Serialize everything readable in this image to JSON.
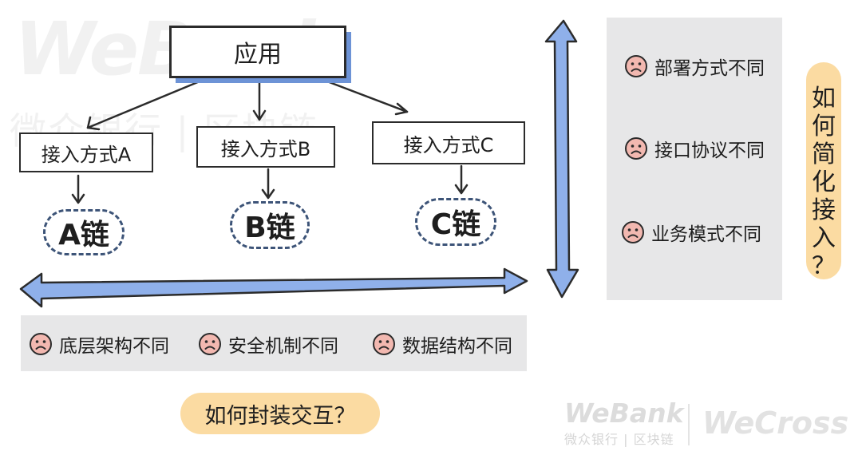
{
  "watermark": {
    "brand": "WeBank",
    "brand_cn": "微众银行 | 区块链"
  },
  "app": {
    "label": "应用"
  },
  "access": [
    {
      "label": "接入方式A"
    },
    {
      "label": "接入方式B"
    },
    {
      "label": "接入方式C"
    }
  ],
  "chains": [
    {
      "label": "A链"
    },
    {
      "label": "B链"
    },
    {
      "label": "C链"
    }
  ],
  "right_reasons": [
    {
      "label": "部署方式不同",
      "icon": "sad-face-icon"
    },
    {
      "label": "接口协议不同",
      "icon": "sad-face-icon"
    },
    {
      "label": "业务模式不同",
      "icon": "sad-face-icon"
    }
  ],
  "bottom_reasons": [
    {
      "label": "底层架构不同",
      "icon": "sad-face-icon"
    },
    {
      "label": "安全机制不同",
      "icon": "sad-face-icon"
    },
    {
      "label": "数据结构不同",
      "icon": "sad-face-icon"
    }
  ],
  "question_vertical": "如何简化接入？",
  "question_horizontal": "如何封装交互？",
  "logos": {
    "webank": "WeBank",
    "webank_cn": "微众银行 | 区块链",
    "wecross": "WeCross"
  },
  "colors": {
    "arrow_blue": "#8fb0ea",
    "highlight_yellow": "#fbdba2",
    "panel_grey": "#e7e7e8",
    "face_pink": "#f2b8b0"
  }
}
